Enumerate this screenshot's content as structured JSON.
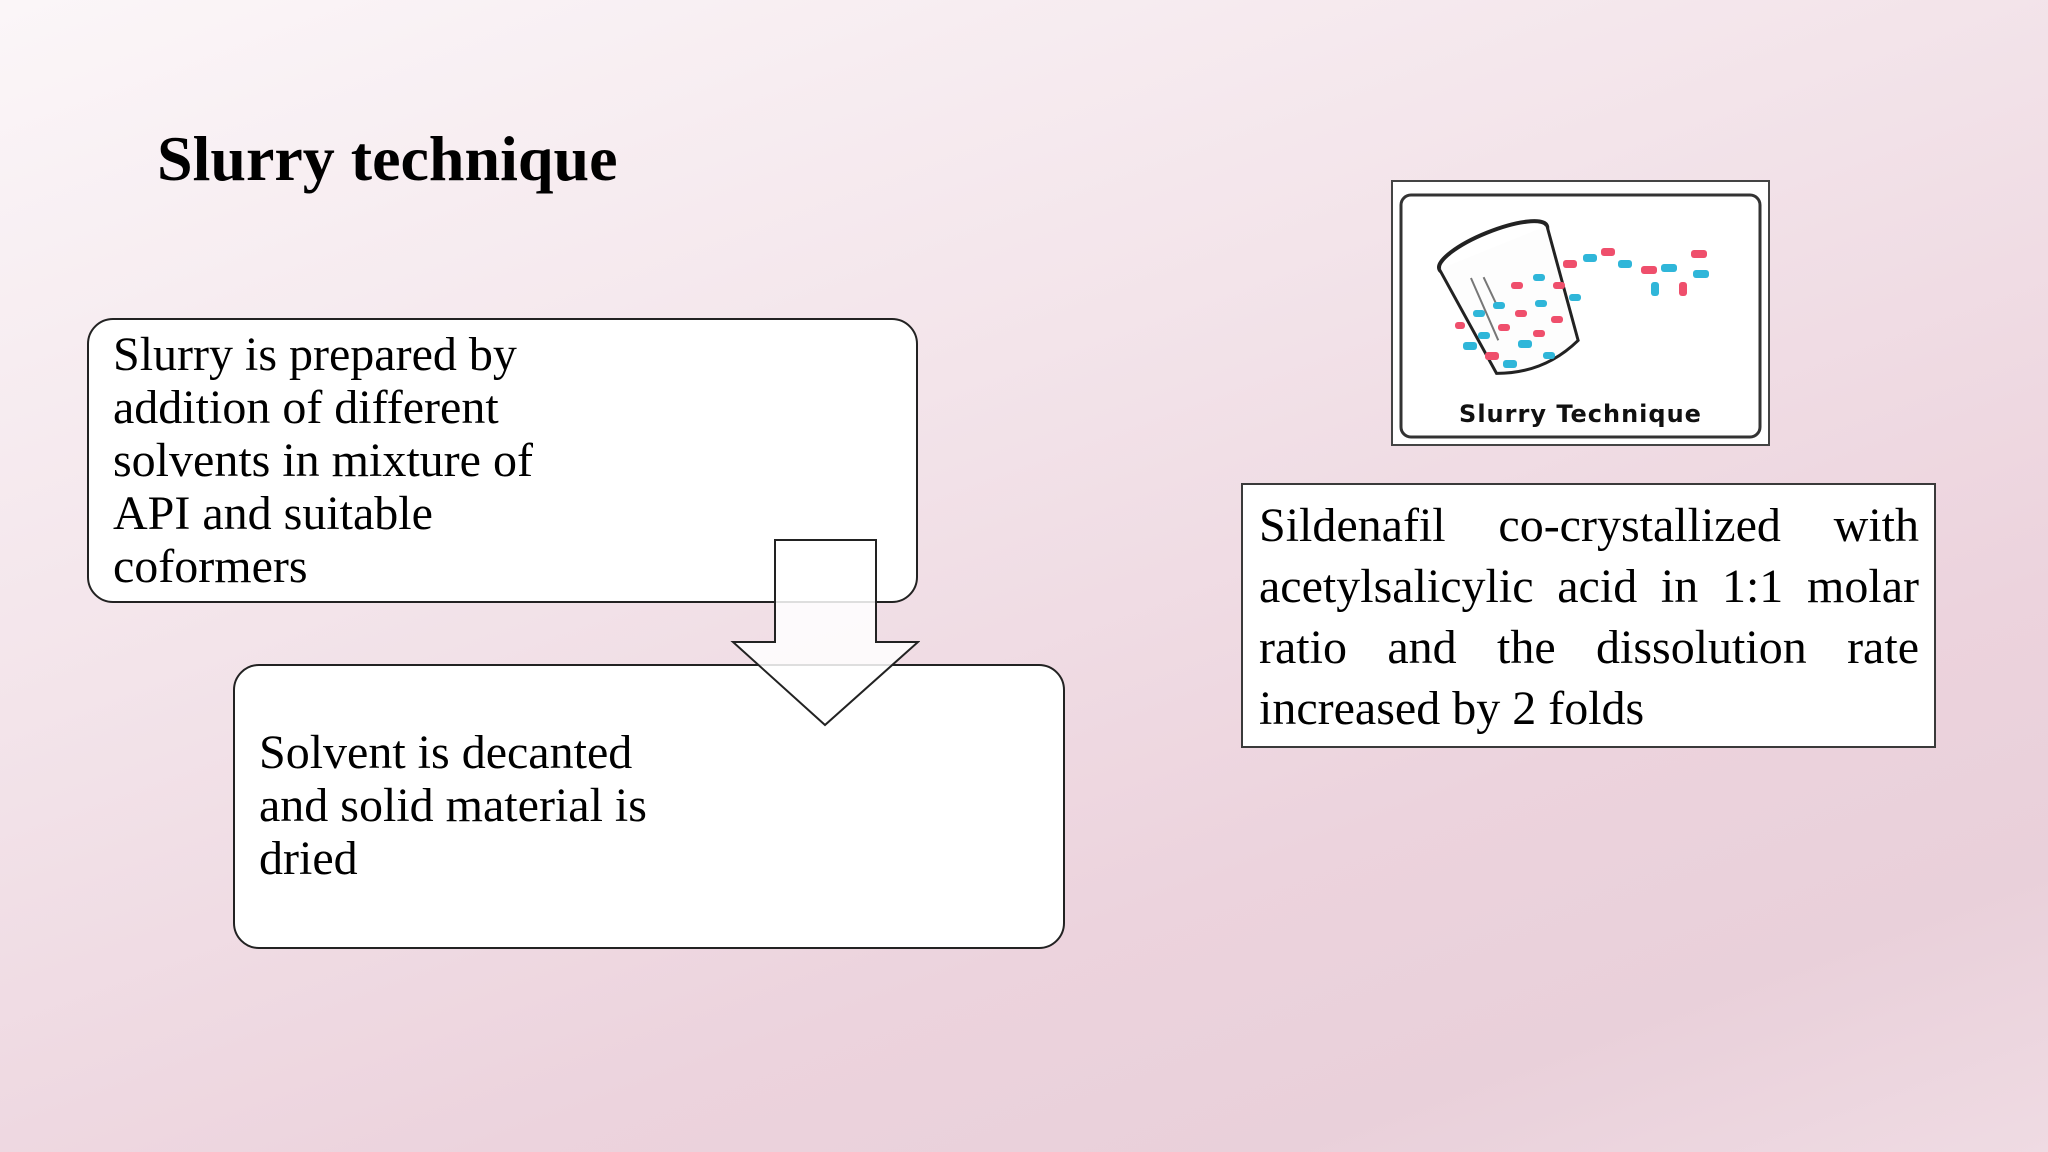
{
  "slide": {
    "title": "Slurry technique"
  },
  "flow": {
    "step1": "Slurry is prepared by addition of different solvents in mixture of API and suitable coformers",
    "step2": "Solvent is decanted and solid material is dried"
  },
  "figure": {
    "caption": "Slurry Technique",
    "particle_colors": [
      "#2fb6d9",
      "#ef4f6c"
    ]
  },
  "example": {
    "text": "Sildenafil co-crystallized with acetylsalicylic acid in 1:1 molar ratio and the dissolution rate increased by 2 folds"
  }
}
